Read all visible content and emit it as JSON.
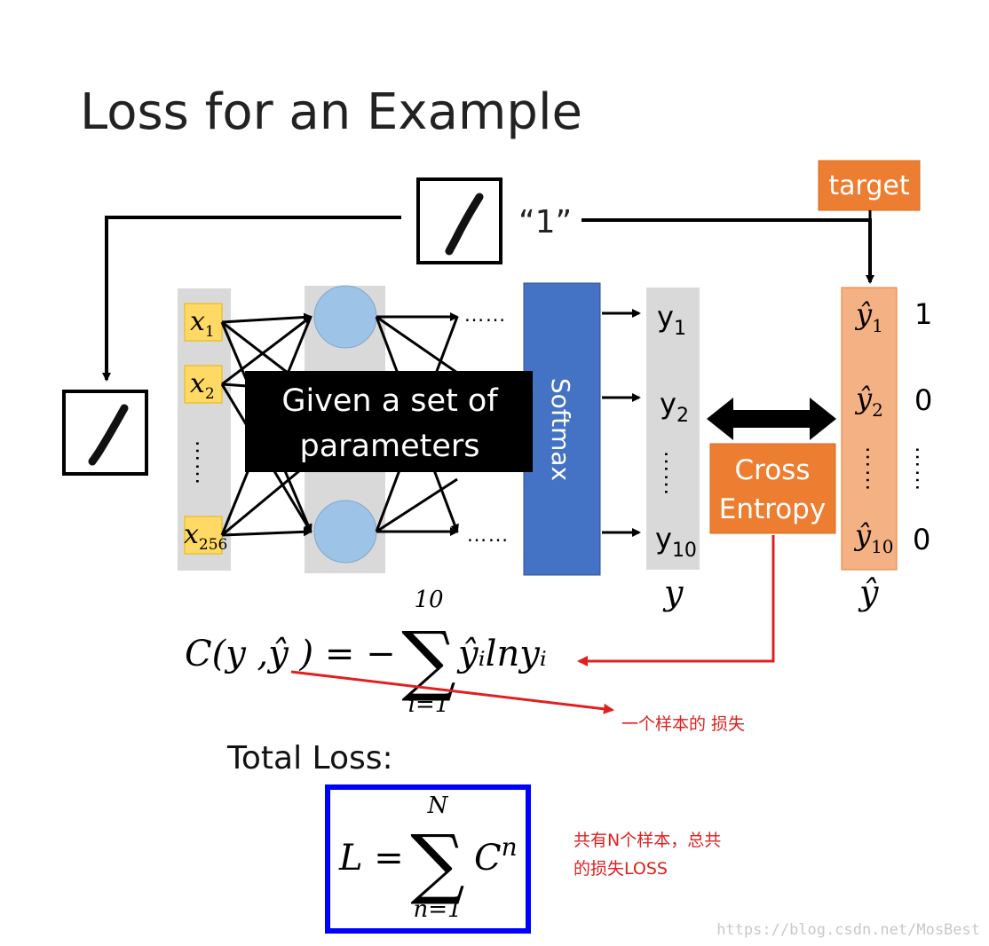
{
  "title": "Loss for an Example",
  "target_label": "target",
  "digit_label": "“1”",
  "inputs": {
    "x1": "x",
    "x1_sub": "1",
    "x2": "x",
    "x2_sub": "2",
    "x256": "x",
    "x256_sub": "256"
  },
  "input_dots": "……",
  "hidden_dots": "……",
  "softmax_label": "Softmax",
  "overlay_line1": "Given a set of",
  "overlay_line2": "parameters",
  "outputs": {
    "y1": "y",
    "y1_sub": "1",
    "y2": "y",
    "y2_sub": "2",
    "y10": "y",
    "y10_sub": "10",
    "vector": "y"
  },
  "targets": {
    "yhat1": "ŷ",
    "yhat1_sub": "1",
    "yhat2": "ŷ",
    "yhat2_sub": "2",
    "yhat10": "ŷ",
    "yhat10_sub": "10",
    "vector": "ŷ",
    "values": [
      "1",
      "0",
      "0"
    ]
  },
  "cross_entropy": {
    "line1": "Cross",
    "line2": "Entropy"
  },
  "formula_c": {
    "lhs": "C(y ,ŷ ) = −",
    "sum_top": "10",
    "sum_bottom": "i=1",
    "rhs": "ŷᵢlnyᵢ"
  },
  "annotation_single": "一个样本的 损失",
  "total_loss_label": "Total Loss:",
  "formula_l": {
    "lhs": "L =",
    "sum_top": "N",
    "sum_bottom": "n=1",
    "rhs": "C",
    "rhs_sup": "n"
  },
  "annotation_total_line1": "共有N个样本，总共",
  "annotation_total_line2": "的损失LOSS",
  "watermark": "https://blog.csdn.net/MosBest",
  "colors": {
    "softmax": "#4472c4",
    "cross_entropy": "#ed7d31",
    "target_box": "#ed7d31",
    "target_column": "#f4b183",
    "input_box": "#ffd966",
    "neuron": "#9dc3e6",
    "column_gray": "#d9d9d9",
    "annotation_red": "#e02020",
    "total_loss_border": "#0000ff"
  }
}
